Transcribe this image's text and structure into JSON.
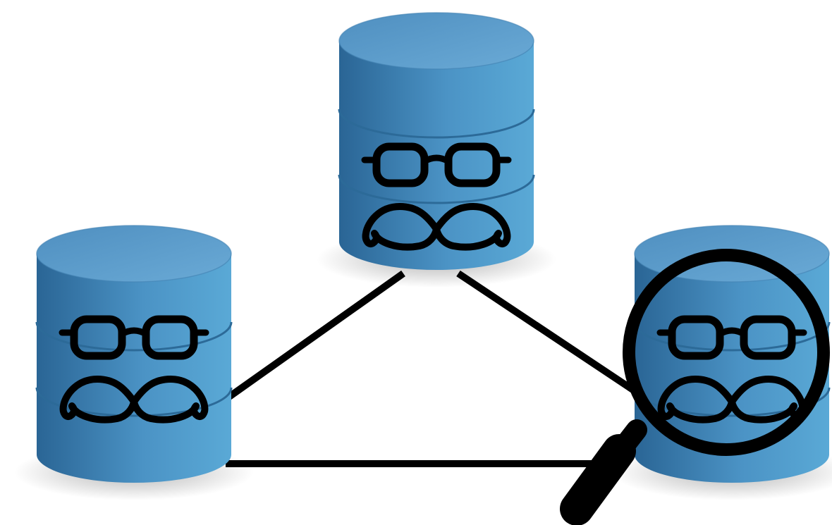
{
  "diagram": {
    "nodes": [
      {
        "id": "db-top",
        "icon": "database-icon",
        "badge": "disguise-glasses-mustache-icon"
      },
      {
        "id": "db-left",
        "icon": "database-icon",
        "badge": "disguise-glasses-mustache-icon"
      },
      {
        "id": "db-right",
        "icon": "database-icon",
        "badge": "disguise-glasses-mustache-icon",
        "overlay": "magnifying-glass-icon"
      }
    ],
    "edges": [
      {
        "from": "db-top",
        "to": "db-left"
      },
      {
        "from": "db-top",
        "to": "db-right"
      },
      {
        "from": "db-left",
        "to": "db-right"
      }
    ],
    "colors": {
      "cylinder_dark": "#2a6595",
      "cylinder_mid": "#4b93c5",
      "cylinder_light": "#5aa9d6",
      "cylinder_top": "#5d9fcc",
      "stroke": "#000000"
    }
  }
}
